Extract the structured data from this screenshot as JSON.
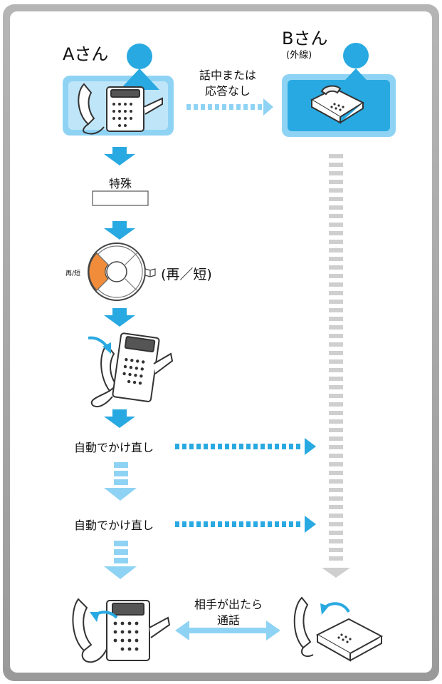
{
  "person_a": {
    "label": "Aさん"
  },
  "person_b": {
    "label": "Bさん",
    "sub": "(外線)"
  },
  "condition": {
    "line1": "話中または",
    "line2": "応答なし"
  },
  "tokushu": {
    "label": "特殊"
  },
  "keypad": {
    "left_label": "再/短",
    "right_text": "(再／短)"
  },
  "auto_redial": [
    {
      "label": "自動でかけ直し"
    },
    {
      "label": "自動でかけ直し"
    }
  ],
  "connect": {
    "line1": "相手が出たら",
    "line2": "通話"
  },
  "colors": {
    "accent": "#29a9e1",
    "light_accent": "#8fd3f4",
    "box_fill_a": "#bfe6f8",
    "orange": "#f08c3a",
    "gray": "#cfcfcf",
    "frame_gray": "#a8a8a8"
  }
}
